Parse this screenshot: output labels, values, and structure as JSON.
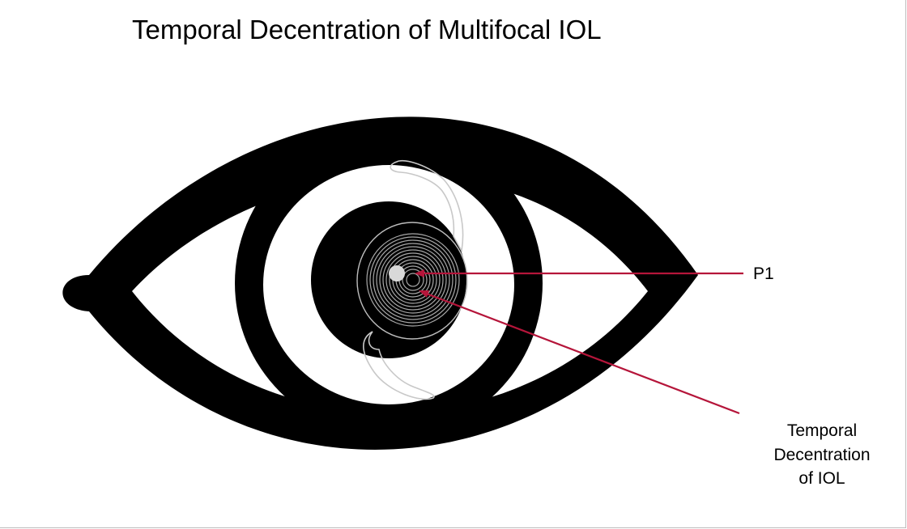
{
  "title": "Temporal Decentration of Multifocal IOL",
  "labels": {
    "p1": "P1",
    "decentration_line1": "Temporal",
    "decentration_line2": "Decentration",
    "decentration_line3": "of IOL"
  },
  "colors": {
    "eye": "#000000",
    "background": "#ffffff",
    "pointer_line": "#b5153a",
    "iol_rings": "#b0b0b0",
    "p1_dot": "#d9d9d9"
  }
}
